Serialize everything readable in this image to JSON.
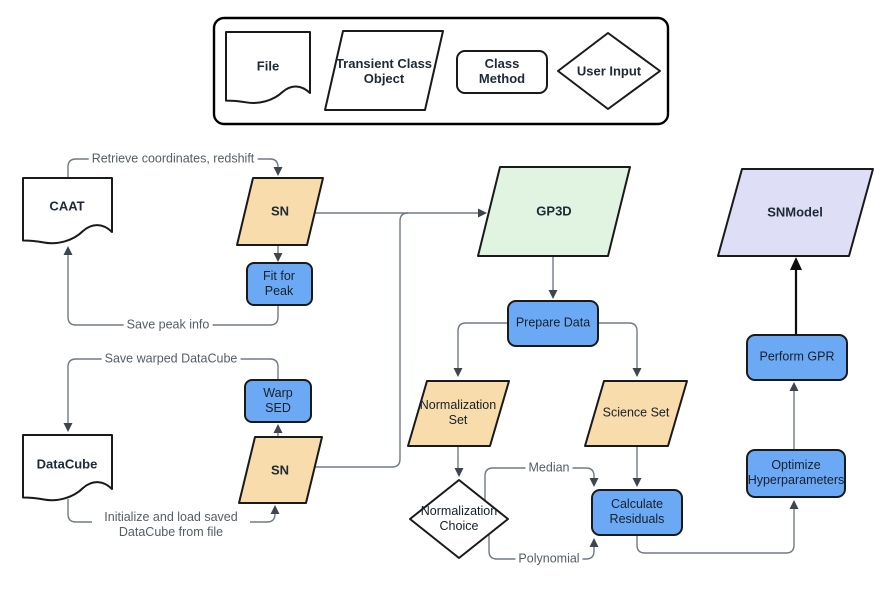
{
  "colors": {
    "object_fill": "#F8DCAC",
    "method_fill": "#6CA9F5",
    "gp3d_fill": "#E1F3E1",
    "snmodel_fill": "#DEDFF6",
    "shape_stroke": "#1A1A1A",
    "connector": "#707A85",
    "arrowhead": "#3D454E",
    "final_arrow": "#0D0D0D"
  },
  "legend": {
    "items": [
      {
        "id": "file",
        "label": "File",
        "shape": "document"
      },
      {
        "id": "transient-class-object",
        "label": "Transient Class Object",
        "shape": "parallelogram"
      },
      {
        "id": "class-method",
        "label": "Class Method",
        "shape": "rounded-rectangle"
      },
      {
        "id": "user-input",
        "label": "User Input",
        "shape": "diamond"
      }
    ]
  },
  "nodes": {
    "caat": {
      "label": "CAAT",
      "shape": "document",
      "type": "file"
    },
    "sn_top": {
      "label": "SN",
      "shape": "parallelogram",
      "type": "transient-class-object"
    },
    "fit_for_peak": {
      "label": "Fit for Peak",
      "shape": "rounded-rectangle",
      "type": "class-method"
    },
    "warp_sed": {
      "label": "Warp SED",
      "shape": "rounded-rectangle",
      "type": "class-method"
    },
    "datacube": {
      "label": "DataCube",
      "shape": "document",
      "type": "file"
    },
    "sn_bottom": {
      "label": "SN",
      "shape": "parallelogram",
      "type": "transient-class-object"
    },
    "gp3d": {
      "label": "GP3D",
      "shape": "parallelogram",
      "type": "transient-class-object"
    },
    "prepare_data": {
      "label": "Prepare Data",
      "shape": "rounded-rectangle",
      "type": "class-method"
    },
    "normalization_set": {
      "label": "Normalization Set",
      "shape": "parallelogram",
      "type": "transient-class-object"
    },
    "science_set": {
      "label": "Science Set",
      "shape": "parallelogram",
      "type": "transient-class-object"
    },
    "normalization_choice": {
      "label": "Normalization Choice",
      "shape": "diamond",
      "type": "user-input"
    },
    "calculate_residuals": {
      "label": "Calculate Residuals",
      "shape": "rounded-rectangle",
      "type": "class-method"
    },
    "optimize_hyperparameters": {
      "label": "Optimize Hyperparameters",
      "shape": "rounded-rectangle",
      "type": "class-method"
    },
    "perform_gpr": {
      "label": "Perform GPR",
      "shape": "rounded-rectangle",
      "type": "class-method"
    },
    "snmodel": {
      "label": "SNModel",
      "shape": "parallelogram",
      "type": "transient-class-object"
    }
  },
  "edge_labels": {
    "retrieve": "Retrieve coordinates, redshift",
    "save_peak": "Save peak info",
    "save_warped": "Save warped DataCube",
    "init_load": "Initialize and load saved DataCube from file",
    "median": "Median",
    "polynomial": "Polynomial"
  }
}
